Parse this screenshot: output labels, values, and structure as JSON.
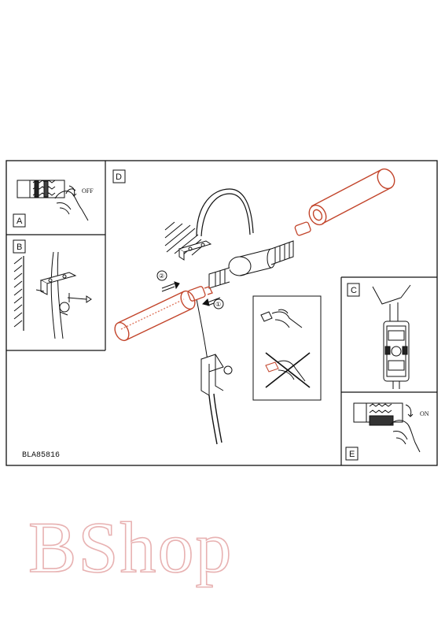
{
  "diagram": {
    "panel_labels": {
      "a": "A",
      "b": "B",
      "c": "C",
      "d": "D",
      "e": "E"
    },
    "panel_a_switch_label": "OFF",
    "panel_e_switch_label": "ON",
    "step_1_label": "①",
    "step_2_label": "②",
    "model_code": "BLA85816"
  },
  "watermark": {
    "text": "BShop"
  },
  "colors": {
    "line": "#111111",
    "highlight": "#c2442a",
    "watermark": "#e8b2b2"
  }
}
